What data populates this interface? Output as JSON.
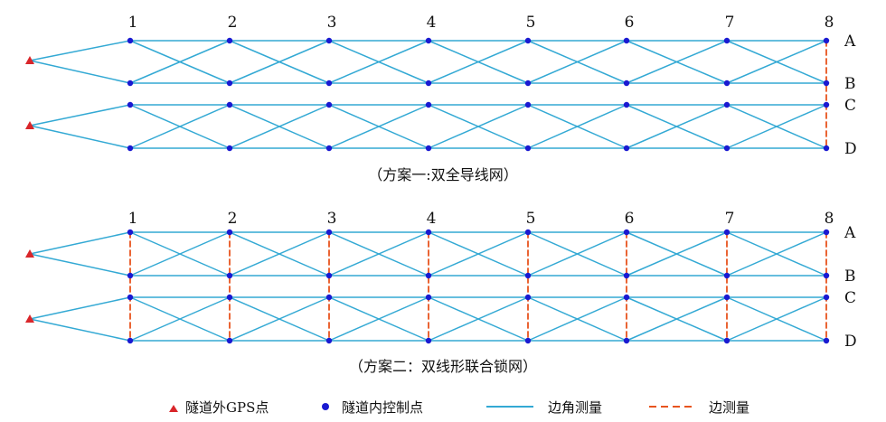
{
  "colors": {
    "traverse": "#33a9d4",
    "edge_measure": "#e8541e",
    "gps_point": "#d9262a",
    "control_point": "#1a1ad1",
    "text": "#111111"
  },
  "station_labels": [
    "1",
    "2",
    "3",
    "4",
    "5",
    "6",
    "7",
    "8"
  ],
  "row_labels": [
    "A",
    "B",
    "C",
    "D"
  ],
  "scheme1": {
    "caption": "（方案一:双全导线网）"
  },
  "scheme2": {
    "caption": "（方案二：双线形联合锁网）"
  },
  "legend": {
    "gps": "隧道外GPS点",
    "control": "隧道内控制点",
    "angle": "边角测量",
    "edge": "边测量"
  }
}
